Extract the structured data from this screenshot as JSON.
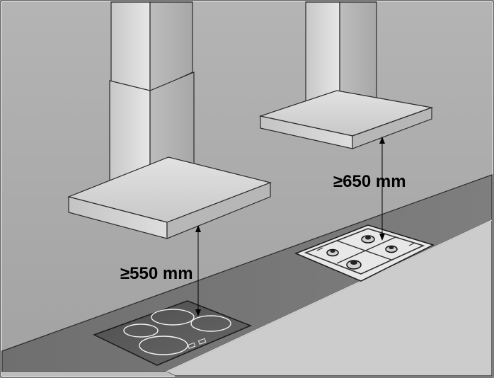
{
  "colors": {
    "wall": "#a8a8a8",
    "counter_top": "#7a7a7a",
    "counter_front": "#c9c9c9",
    "hood_light": "#d8d8d8",
    "hood_mid": "#bdbdbd",
    "hood_dark": "#999999",
    "induction_glass": "#5a5a5a",
    "gas_plate": "#e9e9e9",
    "outline": "#2a2a2a"
  },
  "labels": {
    "induction_clearance": "≥550 mm",
    "gas_clearance": "≥650 mm"
  },
  "icons": {
    "arrow": "up-down-arrow",
    "induction": "induction-cooktop-icon",
    "gas": "gas-cooktop-icon"
  }
}
